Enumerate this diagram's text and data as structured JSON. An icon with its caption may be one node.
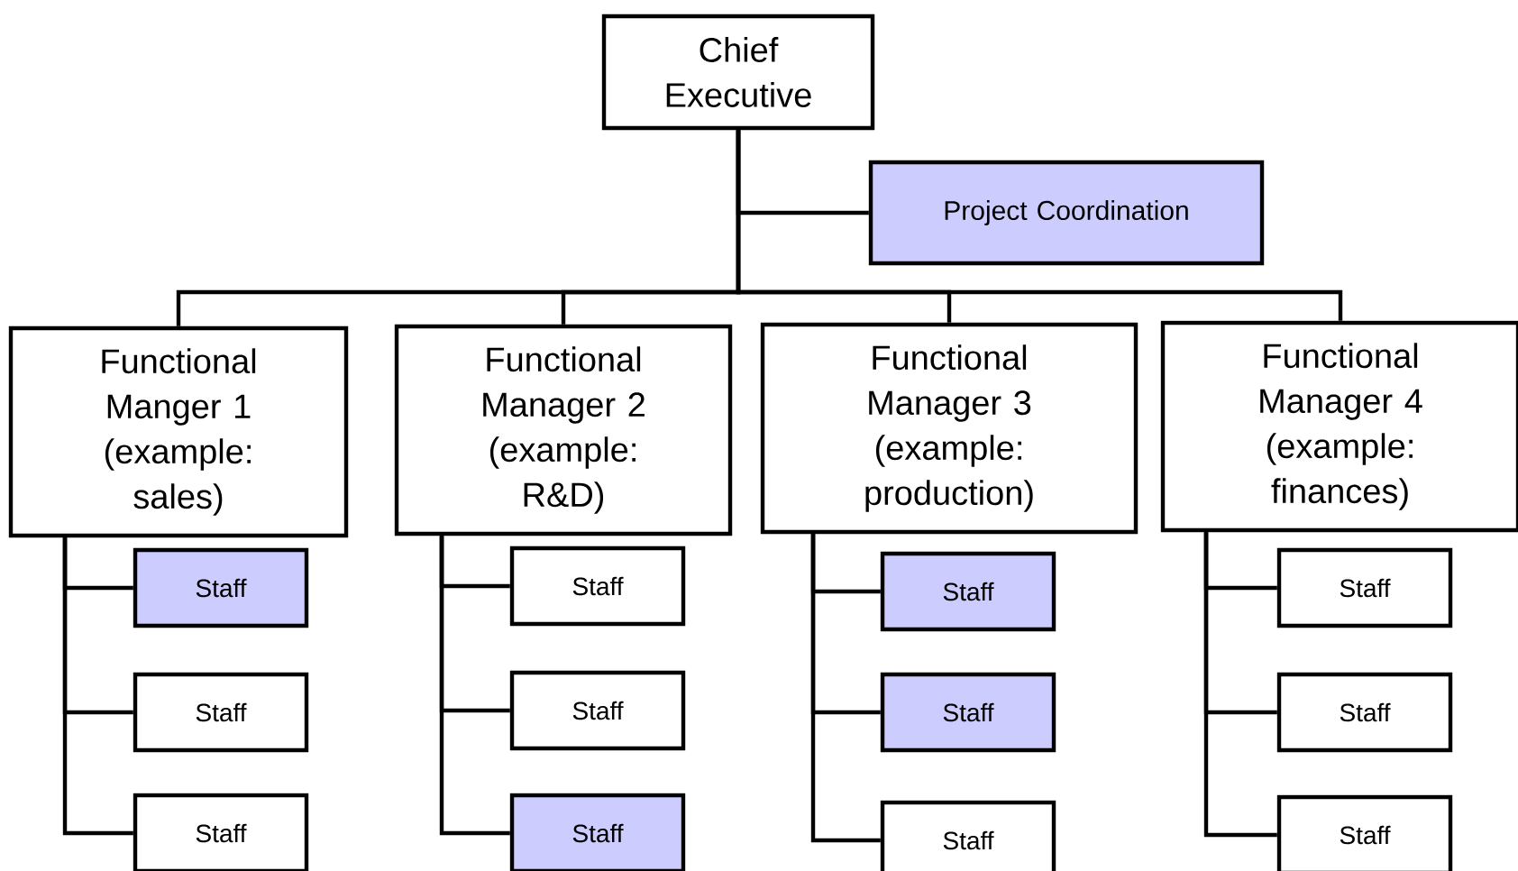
{
  "diagram": {
    "nodes": [
      {
        "text": [
          "Chief Executive"
        ]
      },
      {
        "text": [
          "Project Coordination"
        ]
      },
      {
        "text": [
          "Functional Manger 1 (example: sales)"
        ]
      },
      {
        "text": [
          "Functional Manager 2 (example: R&D)"
        ]
      },
      {
        "text": [
          "Functional Manager 3 (example: production)"
        ]
      },
      {
        "text": [
          "Functional Manager 4 (example: finances)"
        ]
      },
      {
        "text": [
          "Staff"
        ]
      },
      {
        "text": [
          "Staff"
        ]
      },
      {
        "text": [
          "Staff"
        ]
      },
      {
        "text": [
          "Staff"
        ]
      },
      {
        "text": [
          "Staff"
        ]
      },
      {
        "text": [
          "Staff"
        ]
      },
      {
        "text": [
          "Staff"
        ]
      },
      {
        "text": [
          "Staff"
        ]
      },
      {
        "text": [
          "Staff"
        ]
      },
      {
        "text": [
          "Staff"
        ]
      },
      {
        "text": [
          "Staff"
        ]
      },
      {
        "text": [
          "Staff"
        ]
      }
    ],
    "edges": [
      {
        "from": 0,
        "to": 1,
        "arrow": "none"
      },
      {
        "from": 0,
        "to": 2,
        "arrow": "none"
      },
      {
        "from": 0,
        "to": 3,
        "arrow": "none"
      },
      {
        "from": 0,
        "to": 4,
        "arrow": "none"
      },
      {
        "from": 0,
        "to": 5,
        "arrow": "none"
      },
      {
        "from": 2,
        "to": 6,
        "arrow": "none"
      },
      {
        "from": 2,
        "to": 7,
        "arrow": "none"
      },
      {
        "from": 2,
        "to": 8,
        "arrow": "none"
      },
      {
        "from": 3,
        "to": 9,
        "arrow": "none"
      },
      {
        "from": 3,
        "to": 10,
        "arrow": "none"
      },
      {
        "from": 3,
        "to": 11,
        "arrow": "none"
      },
      {
        "from": 4,
        "to": 12,
        "arrow": "none"
      },
      {
        "from": 4,
        "to": 13,
        "arrow": "none"
      },
      {
        "from": 4,
        "to": 14,
        "arrow": "none"
      },
      {
        "from": 5,
        "to": 15,
        "arrow": "none"
      },
      {
        "from": 5,
        "to": 16,
        "arrow": "none"
      },
      {
        "from": 5,
        "to": 17,
        "arrow": "none"
      }
    ]
  }
}
